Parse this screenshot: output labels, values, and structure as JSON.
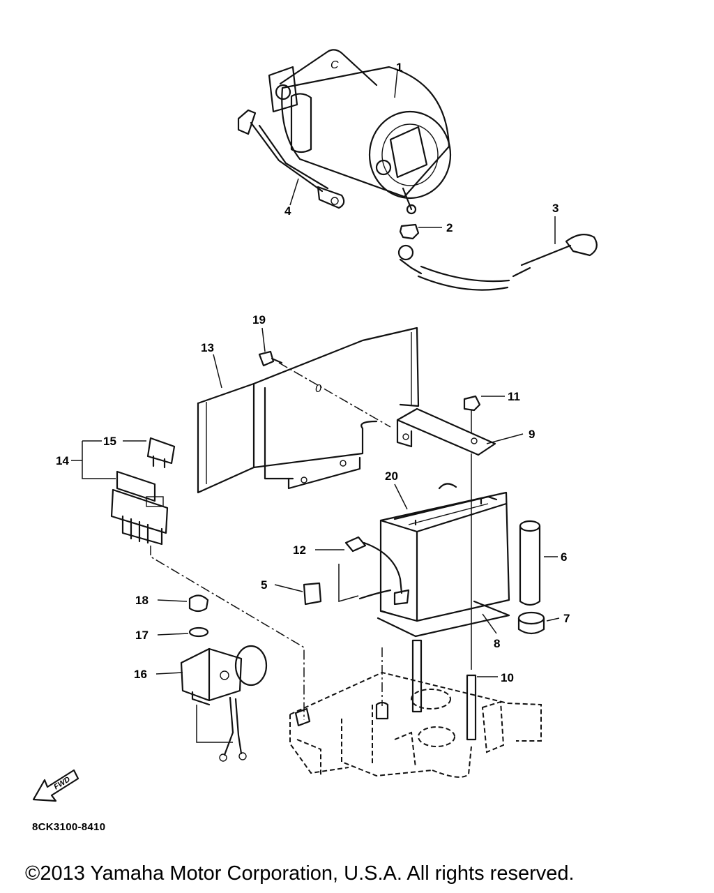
{
  "callouts": {
    "c1": "1",
    "c2": "2",
    "c3": "3",
    "c4": "4",
    "c5": "5",
    "c6": "6",
    "c7": "7",
    "c8": "8",
    "c9": "9",
    "c10": "10",
    "c11": "11",
    "c12": "12",
    "c13": "13",
    "c14": "14",
    "c15": "15",
    "c16": "16",
    "c17": "17",
    "c18": "18",
    "c19": "19",
    "c20": "20"
  },
  "inline_marks": {
    "starter_c": "C",
    "bracket_zero": "0"
  },
  "fwd_label": "FWD",
  "diagram_code": "8CK3100-8410",
  "copyright": "©2013 Yamaha Motor Corporation, U.S.A. All rights reserved.",
  "icons": {
    "fwd": "fwd-arrow-icon"
  }
}
